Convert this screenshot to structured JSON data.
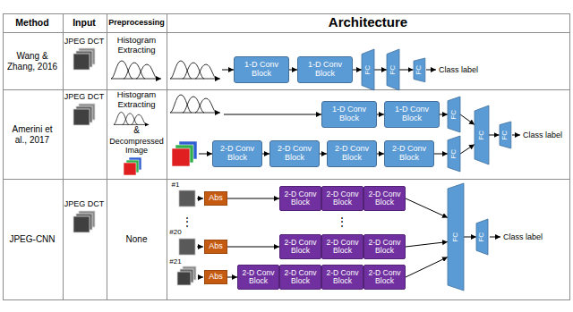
{
  "diagram": {
    "nodes": [
      {
        "text": [
          "1-D Conv Block"
        ]
      },
      {
        "text": [
          "1-D Conv Block"
        ]
      },
      {
        "text": [
          "FC"
        ]
      },
      {
        "text": [
          "FC"
        ]
      },
      {
        "text": [
          "FC"
        ]
      },
      {
        "text": [
          "1-D Conv Block"
        ]
      },
      {
        "text": [
          "1-D Conv Block"
        ]
      },
      {
        "text": [
          "FC"
        ]
      },
      {
        "text": [
          "2-D Conv Block"
        ]
      },
      {
        "text": [
          "2-D Conv Block"
        ]
      },
      {
        "text": [
          "2-D Conv Block"
        ]
      },
      {
        "text": [
          "2-D Conv Block"
        ]
      },
      {
        "text": [
          "FC"
        ]
      },
      {
        "text": [
          "FC"
        ]
      },
      {
        "text": [
          "FC"
        ]
      },
      {
        "text": [
          "Abs"
        ]
      },
      {
        "text": [
          "2-D Conv Block"
        ]
      },
      {
        "text": [
          "2-D Conv Block"
        ]
      },
      {
        "text": [
          "2-D Conv Block"
        ]
      },
      {
        "text": [
          "Abs"
        ]
      },
      {
        "text": [
          "2-D Conv Block"
        ]
      },
      {
        "text": [
          "2-D Conv Block"
        ]
      },
      {
        "text": [
          "2-D Conv Block"
        ]
      },
      {
        "text": [
          "Abs"
        ]
      },
      {
        "text": [
          "2-D Conv Block"
        ]
      },
      {
        "text": [
          "2-D Conv Block"
        ]
      },
      {
        "text": [
          "2-D Conv Block"
        ]
      },
      {
        "text": [
          "2-D Conv Block"
        ]
      },
      {
        "text": [
          "FC"
        ]
      },
      {
        "text": [
          "FC"
        ]
      }
    ],
    "edges": [
      {
        "from": 0,
        "to": 1,
        "arrow": "to"
      },
      {
        "from": 1,
        "to": 2,
        "arrow": "to"
      },
      {
        "from": 2,
        "to": 3,
        "arrow": "to"
      },
      {
        "from": 3,
        "to": 4,
        "arrow": "to"
      },
      {
        "from": 5,
        "to": 6,
        "arrow": "to"
      },
      {
        "from": 6,
        "to": 7,
        "arrow": "to"
      },
      {
        "from": 8,
        "to": 9,
        "arrow": "to"
      },
      {
        "from": 9,
        "to": 10,
        "arrow": "to"
      },
      {
        "from": 10,
        "to": 11,
        "arrow": "to"
      },
      {
        "from": 11,
        "to": 12,
        "arrow": "to"
      },
      {
        "from": 7,
        "to": 13,
        "arrow": "to"
      },
      {
        "from": 12,
        "to": 13,
        "arrow": "to"
      },
      {
        "from": 13,
        "to": 14,
        "arrow": "to"
      },
      {
        "from": 15,
        "to": 16,
        "arrow": "to"
      },
      {
        "from": 18,
        "to": 28,
        "arrow": "to"
      },
      {
        "from": 19,
        "to": 20,
        "arrow": "to"
      },
      {
        "from": 22,
        "to": 28,
        "arrow": "to"
      },
      {
        "from": 23,
        "to": 24,
        "arrow": "to"
      },
      {
        "from": 27,
        "to": 28,
        "arrow": "to"
      },
      {
        "from": 28,
        "to": 29,
        "arrow": "to"
      }
    ],
    "labels": [
      "Method",
      "Input",
      "Preprocessing",
      "Architecture",
      "Wang & Zhang, 2016",
      "JPEG DCT",
      "Histogram Extracting",
      "Class label",
      "Amerini et al., 2017",
      "JPEG DCT",
      "Histogram Extracting",
      "&",
      "Decompressed Image",
      "Class label",
      "JPEG-CNN",
      "JPEG DCT",
      "None",
      "#1",
      "⋮",
      "⋮",
      "#20",
      "#21",
      "Class label"
    ]
  }
}
